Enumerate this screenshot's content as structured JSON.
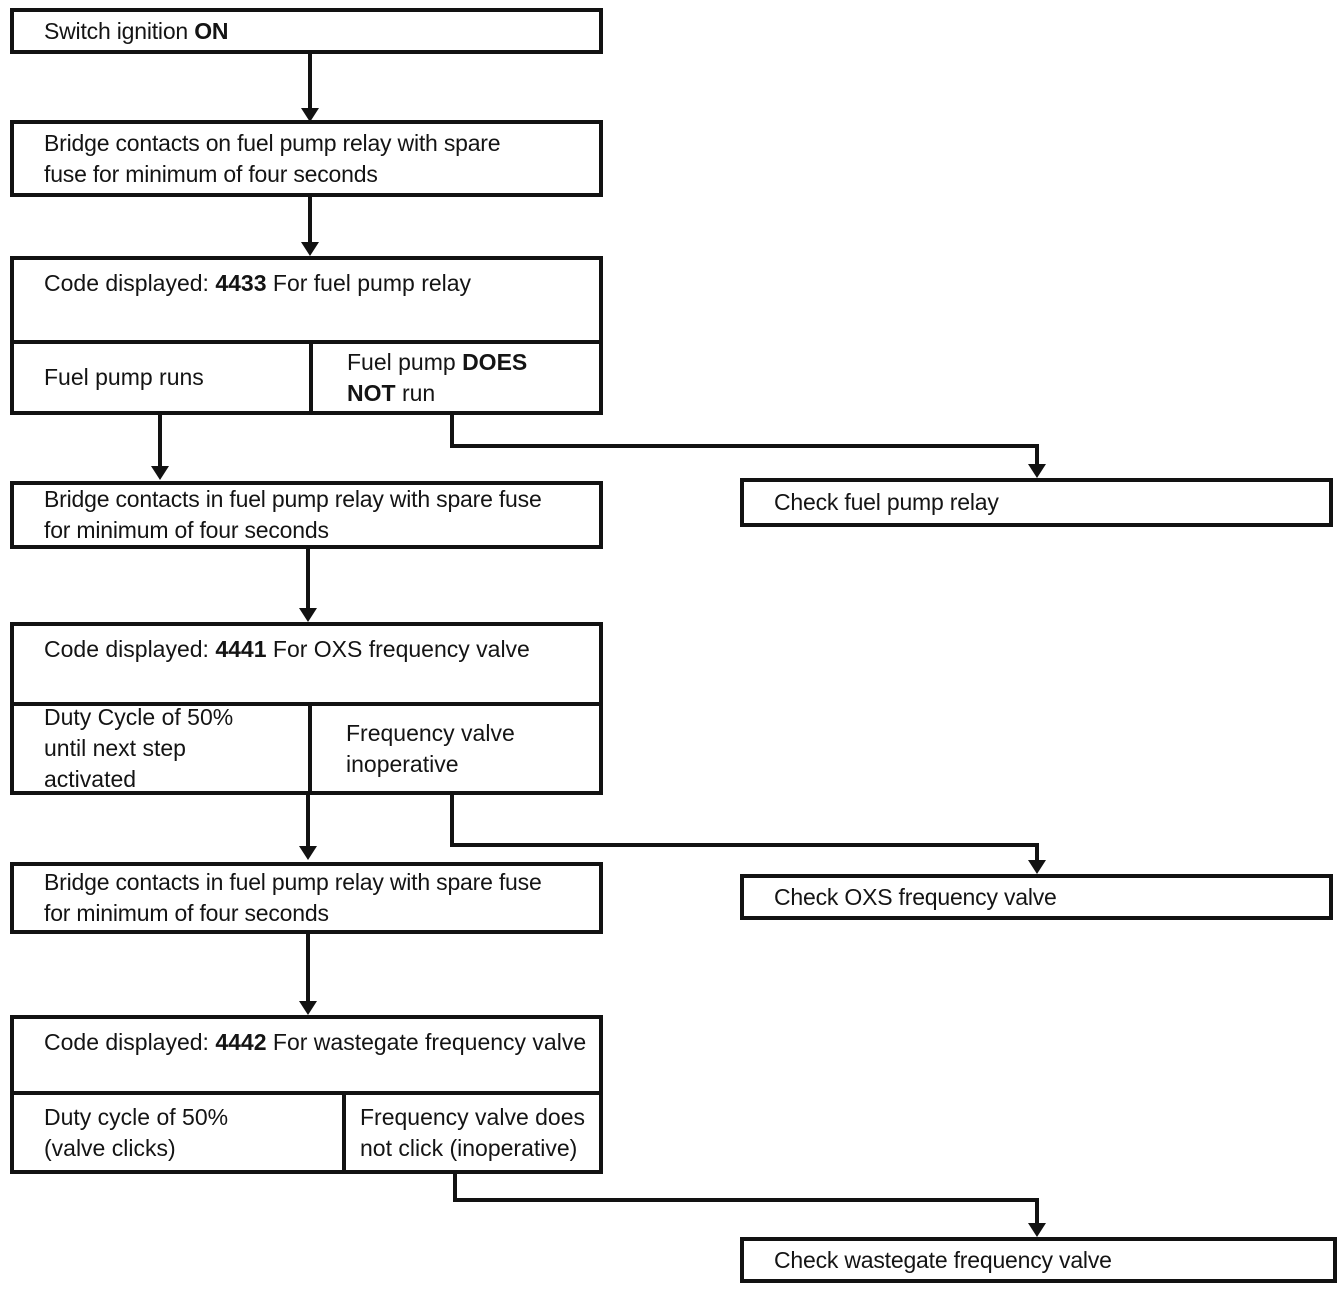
{
  "palette": {
    "background": "#ffffff",
    "line": "#121212",
    "text": "#141414"
  },
  "flowchart": {
    "box1": {
      "text": "Switch ignition ",
      "bold": "ON"
    },
    "box2": {
      "line1": "Bridge contacts on fuel pump relay with spare",
      "line2": "fuse for minimum of four seconds"
    },
    "box3": {
      "header": {
        "label": "Code displayed: ",
        "code": "4433",
        "sub": "For fuel pump relay"
      },
      "left_cell": "Fuel pump runs",
      "right_cell": {
        "l1a": "Fuel pump ",
        "l1b": "DOES",
        "l2a": "NOT",
        "l2b": " run"
      }
    },
    "check1": "Check fuel pump relay",
    "box4": {
      "line1": "Bridge contacts in fuel pump relay with spare fuse",
      "line2": "for minimum of four seconds"
    },
    "box5": {
      "header": {
        "label": "Code displayed: ",
        "code": "4441",
        "sub": "For OXS frequency valve"
      },
      "left_cell": {
        "line1": "Duty Cycle of 50%",
        "line2": "until next step",
        "line3": "activated"
      },
      "right_cell": {
        "line1": "Frequency valve",
        "line2": "inoperative"
      }
    },
    "check2": "Check OXS frequency valve",
    "box6": {
      "line1": "Bridge contacts in fuel pump relay with spare fuse",
      "line2": "for minimum of four seconds"
    },
    "box7": {
      "header": {
        "label": "Code displayed: ",
        "code": "4442",
        "sub": "For wastegate frequency valve"
      },
      "left_cell": {
        "line1": "Duty cycle of 50%",
        "line2": "(valve clicks)"
      },
      "right_cell": {
        "line1": "Frequency valve does",
        "line2": "not click (inoperative)"
      }
    },
    "check3": "Check wastegate frequency valve"
  }
}
